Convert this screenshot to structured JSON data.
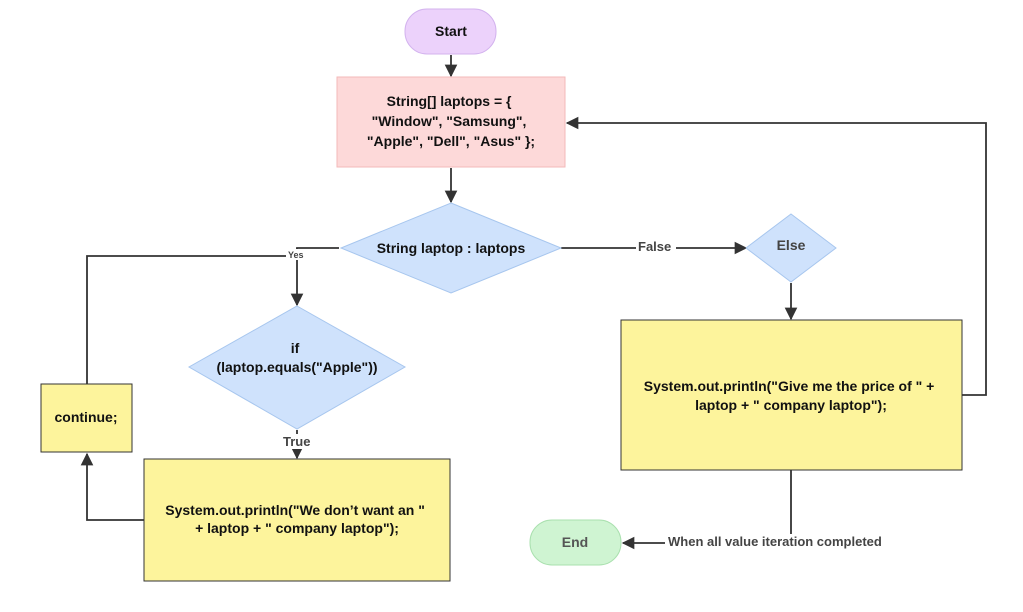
{
  "nodes": {
    "start": {
      "lines": [
        "Start"
      ],
      "fill": "#ecd2fb",
      "stroke": "#d3b3ee"
    },
    "init": {
      "lines": [
        "String[] laptops = {",
        "\"Window\", \"Samsung\",",
        "\"Apple\", \"Dell\", \"Asus\" };"
      ],
      "fill": "#fdd9d9",
      "stroke": "#f3b9b9"
    },
    "loop": {
      "lines": [
        "String laptop : laptops"
      ],
      "fill": "#cfe2fc",
      "stroke": "#a7c6ee"
    },
    "if": {
      "lines": [
        "if",
        "(laptop.equals(\"Apple\"))"
      ],
      "fill": "#cfe2fc",
      "stroke": "#a7c6ee"
    },
    "else": {
      "lines": [
        "Else"
      ],
      "fill": "#cfe2fc",
      "stroke": "#a7c6ee"
    },
    "print_apple": {
      "lines": [
        "System.out.println(\"We don’t want an \"",
        "+ laptop + \" company laptop\");"
      ],
      "fill": "#fdf49c",
      "stroke": "#333333"
    },
    "continue": {
      "lines": [
        "continue;"
      ],
      "fill": "#fdf49c",
      "stroke": "#333333"
    },
    "print_price": {
      "lines": [
        "System.out.println(\"Give me the price of \" +",
        "laptop + \" company laptop\");"
      ],
      "fill": "#fdf49c",
      "stroke": "#333333"
    },
    "end": {
      "lines": [
        "End"
      ],
      "fill": "#cff4d2",
      "stroke": "#a9e0ae"
    }
  },
  "edge_labels": {
    "yes": "Yes",
    "false": "False",
    "true": "True",
    "completed": "When all value iteration completed"
  }
}
